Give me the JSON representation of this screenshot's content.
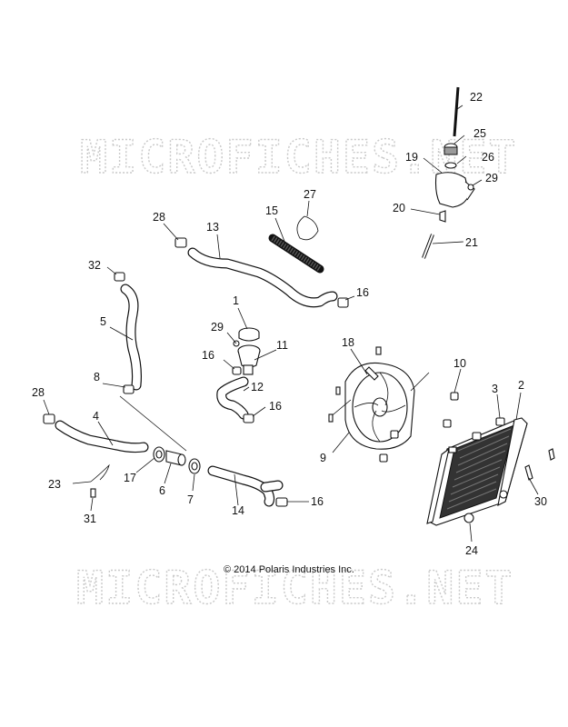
{
  "watermark": "MICROFICHES.NET",
  "copyright": "© 2014 Polaris Industries Inc.",
  "callouts": {
    "c1": "1",
    "c2": "2",
    "c3": "3",
    "c4": "4",
    "c5": "5",
    "c6": "6",
    "c7": "7",
    "c8": "8",
    "c9": "9",
    "c10": "10",
    "c11": "11",
    "c12": "12",
    "c13": "13",
    "c14": "14",
    "c15": "15",
    "c16": "16",
    "c17": "17",
    "c18": "18",
    "c19": "19",
    "c20": "20",
    "c21": "21",
    "c22": "22",
    "c23": "23",
    "c24": "24",
    "c25": "25",
    "c26": "26",
    "c27": "27",
    "c28": "28",
    "c29": "29",
    "c30": "30",
    "c31": "31",
    "c32": "32"
  }
}
